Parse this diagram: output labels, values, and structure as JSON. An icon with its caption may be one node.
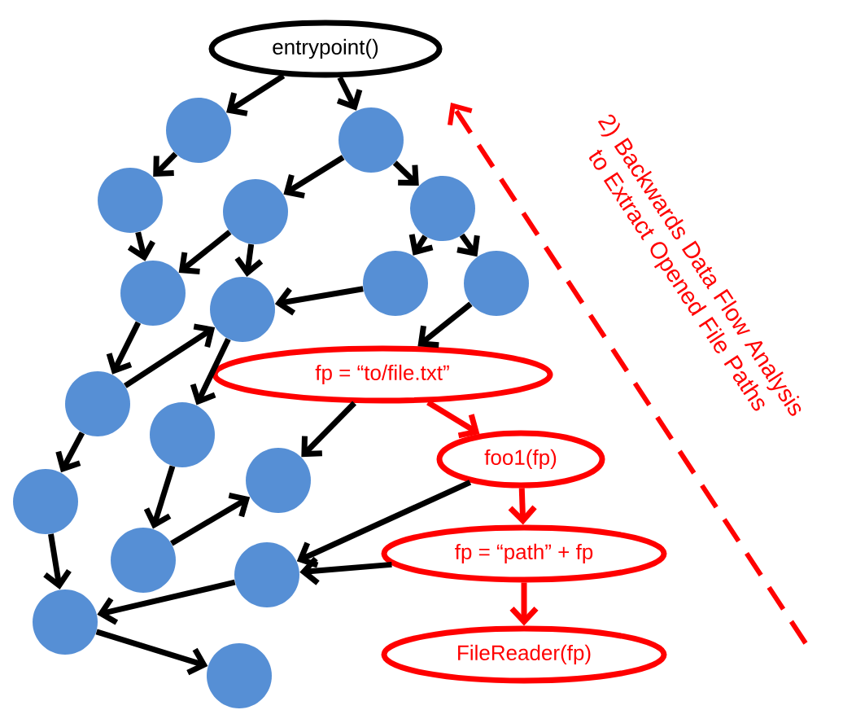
{
  "diagram": {
    "nodes": [
      {
        "text": [
          "entrypoint()"
        ]
      },
      {
        "text": [],
        "shape": "circle"
      },
      {
        "text": [],
        "shape": "circle"
      },
      {
        "text": [],
        "shape": "circle"
      },
      {
        "text": [],
        "shape": "circle"
      },
      {
        "text": [],
        "shape": "circle"
      },
      {
        "text": [],
        "shape": "circle"
      },
      {
        "text": [],
        "shape": "circle"
      },
      {
        "text": [],
        "shape": "circle"
      },
      {
        "text": [],
        "shape": "circle"
      },
      {
        "text": [
          "fp = “to/file.txt”"
        ]
      },
      {
        "text": [],
        "shape": "circle"
      },
      {
        "text": [],
        "shape": "circle"
      },
      {
        "text": [
          "foo1(fp)"
        ]
      },
      {
        "text": [],
        "shape": "circle"
      },
      {
        "text": [],
        "shape": "circle"
      },
      {
        "text": [
          "fp = “path” + fp"
        ]
      },
      {
        "text": [],
        "shape": "circle"
      },
      {
        "text": [],
        "shape": "circle"
      },
      {
        "text": [],
        "shape": "circle"
      },
      {
        "text": [
          "FileReader(fp)"
        ]
      },
      {
        "text": [],
        "shape": "circle"
      }
    ],
    "edges": [
      {
        "from": 0,
        "to": 1,
        "arrow": "to"
      },
      {
        "from": 0,
        "to": 2,
        "arrow": "to"
      },
      {
        "from": 1,
        "to": 3,
        "arrow": "to"
      },
      {
        "from": 2,
        "to": 5,
        "arrow": "to"
      },
      {
        "from": 2,
        "to": 4,
        "arrow": "to"
      },
      {
        "from": 3,
        "to": 8,
        "arrow": "to"
      },
      {
        "from": 5,
        "to": 8,
        "arrow": "to"
      },
      {
        "from": 5,
        "to": 9,
        "arrow": "to"
      },
      {
        "from": 4,
        "to": 6,
        "arrow": "to"
      },
      {
        "from": 4,
        "to": 7,
        "arrow": "to"
      },
      {
        "from": 6,
        "to": 9,
        "arrow": "to"
      },
      {
        "from": 8,
        "to": 11,
        "arrow": "to"
      },
      {
        "from": 11,
        "to": 9,
        "arrow": "to"
      },
      {
        "from": 9,
        "to": 12,
        "arrow": "to"
      },
      {
        "from": 11,
        "to": 15,
        "arrow": "to"
      },
      {
        "from": 12,
        "to": 17,
        "arrow": "to"
      },
      {
        "from": 17,
        "to": 14,
        "arrow": "to"
      },
      {
        "from": 10,
        "to": 14,
        "arrow": "to"
      },
      {
        "from": 15,
        "to": 19,
        "arrow": "to"
      },
      {
        "from": 18,
        "to": 19,
        "arrow": "to"
      },
      {
        "from": 19,
        "to": 21,
        "arrow": "to"
      },
      {
        "from": 13,
        "to": 18,
        "arrow": "to"
      },
      {
        "from": 16,
        "to": 18,
        "arrow": "to"
      },
      {
        "from": 7,
        "to": 10,
        "arrow": "to"
      },
      {
        "from": 10,
        "to": 13,
        "arrow": "to",
        "color": "#ff0000"
      },
      {
        "from": 13,
        "to": 16,
        "arrow": "to",
        "color": "#ff0000"
      },
      {
        "from": 16,
        "to": 20,
        "arrow": "to",
        "color": "#ff0000"
      }
    ],
    "labels": [
      "2) Backwards Data Flow Analysis to Extract Opened File Paths"
    ]
  }
}
